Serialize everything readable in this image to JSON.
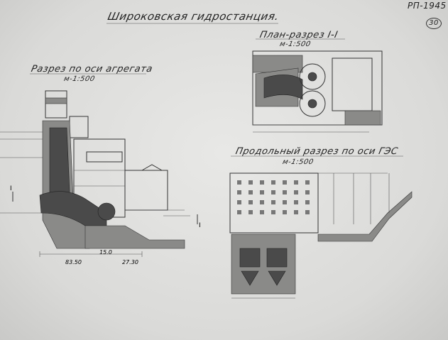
{
  "sheet": {
    "number": "РП-1945",
    "page": "30",
    "title": "Широковская гидростанция."
  },
  "views": {
    "section_unit": {
      "title": "Разрез по оси агрегата",
      "scale": "м-1:500"
    },
    "plan_section": {
      "title": "План-разрез I-I",
      "scale": "м-1:500"
    },
    "longitudinal": {
      "title": "Продольный разрез по оси ГЭС",
      "scale": "м-1:500"
    }
  },
  "dimensions": {
    "d1": "83.50",
    "d2": "27.30",
    "d3": "15.0",
    "section_mark_left": "I",
    "section_mark_right": "I"
  }
}
